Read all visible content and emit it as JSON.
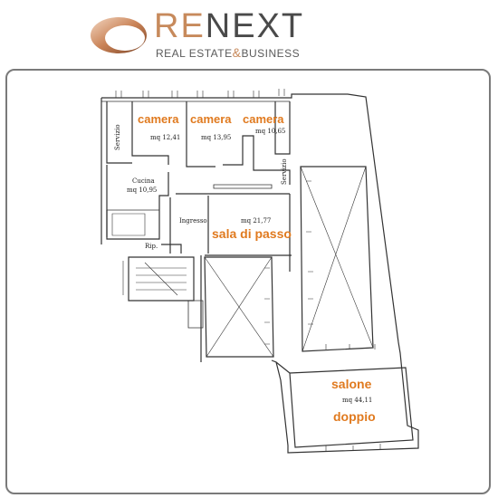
{
  "header": {
    "brand_part1": "RE",
    "brand_part2": "NEXT",
    "tagline_part1": "REAL ESTATE",
    "tagline_amp": "&",
    "tagline_part2": "BUSINESS"
  },
  "colors": {
    "accent": "#c78a5c",
    "label_orange": "#e07a1f",
    "frame": "#7a7a7a"
  },
  "plan": {
    "rooms": [
      {
        "id": "camera1",
        "name": "camera",
        "area": "mq 12,41"
      },
      {
        "id": "camera2",
        "name": "camera",
        "area": "mq 13,95"
      },
      {
        "id": "camera3",
        "name": "camera",
        "area": "mq 10,65"
      },
      {
        "id": "cucina",
        "name": "Cucina",
        "area": "mq 10,95"
      },
      {
        "id": "ingresso",
        "name": "Ingresso"
      },
      {
        "id": "sala",
        "name": "sala di passo",
        "area": "mq 21,77"
      },
      {
        "id": "salone",
        "name": "salone",
        "name2": "doppio",
        "area": "mq 44,11"
      }
    ],
    "servizio_left": "Servizio",
    "servizio_right": "Servizio",
    "rip": "Rip."
  }
}
